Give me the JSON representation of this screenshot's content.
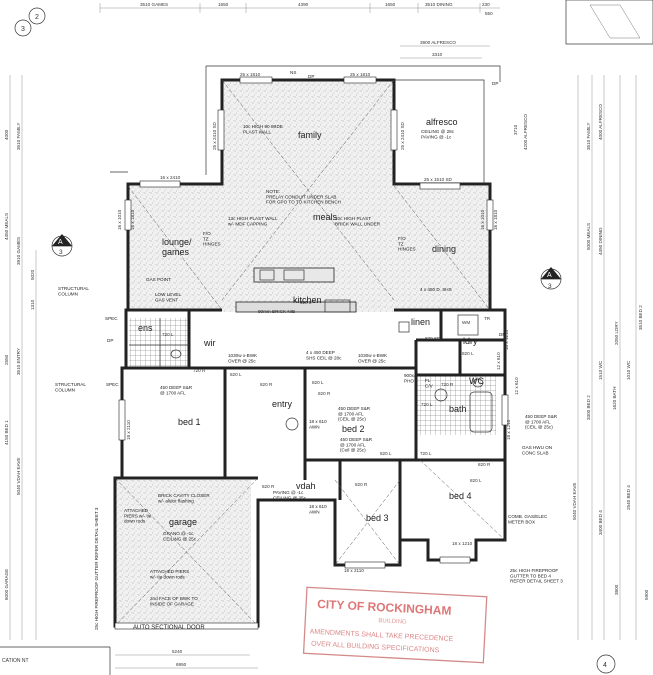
{
  "rooms": {
    "family": "family",
    "alfresco": "alfresco",
    "meals": "meals",
    "lounge": "lounge/\ngames",
    "dining": "dining",
    "kitchen": "kitchen",
    "linen": "linen",
    "ldry": "ldry",
    "ens": "ens",
    "wir": "wir",
    "bed1": "bed 1",
    "entry": "entry",
    "bed2": "bed 2",
    "bath": "bath",
    "wc": "WC",
    "bed3": "bed 3",
    "bed4": "bed 4",
    "vdah": "vdah",
    "garage": "garage",
    "wm": "WM",
    "tr": "TR"
  },
  "dims_top": [
    "3510 GAMES",
    "1650",
    "4390",
    "1650",
    "3510 DINING",
    "230",
    "550"
  ],
  "dims_top2": [
    "3900 ALFRESCO",
    "3310"
  ],
  "dims_bottom": [
    "5240",
    "6950"
  ],
  "dims_left": [
    "4000",
    "3510 FAMILY",
    "4450 MEALS",
    "3910 GAMES",
    "5020",
    "1310",
    "2550",
    "3510 ENTRY",
    "4150 BED 1",
    "5040 VDAH EAVE",
    "6000 GARAGE"
  ],
  "dims_right": [
    "4200 ALFRESCO",
    "3710",
    "4000 ALFRESCO",
    "3510 FAMILY",
    "5000 MEALS",
    "4450 DINING",
    "2050 LDRY",
    "1510 WC",
    "3300 BED 2",
    "5040 VDAH EAVE",
    "3400 BED 4",
    "3800"
  ],
  "dims_bath": [
    "1620 BATH",
    "2540 BED 4",
    "1010 WC",
    "3510 BED 2",
    "5900"
  ],
  "windows": [
    "25 x 1810",
    "25 x 1810",
    "25 x 2410 SD",
    "25 x 2410 SD",
    "16 x 2410",
    "16 x 1810",
    "16 x 1010",
    "18 x 2110",
    "18 x 2110",
    "18 x 1210",
    "16 x 1810",
    "16 x 1010",
    "25 x 1510 SD",
    "18 x 1210",
    "12 x 610",
    "12 x 610",
    "18 x 1210"
  ],
  "doors": [
    "720 L",
    "720 R",
    "820 L",
    "820 R",
    "820 R",
    "820 L",
    "720 R",
    "820 L",
    "870 SD",
    "820 L",
    "720 L",
    "720 L",
    "820 L",
    "820 R",
    "820 R",
    "820 L",
    "820 R"
  ],
  "notes": {
    "family_ceiling": "10c HIGH 90 WIDE\nPLAST WALL",
    "prelay": "NOTE:\nPRELAY CONDUIT UNDER SLAB\nFOR GPO TO TO KITCHEN BENCH",
    "meals_left": "13c HIGH PLAST WALL\nw/- MDF CAPPING",
    "meals_right": "10c HIGH PLAST\nBRICK WALL UNDER",
    "alfresco_ceiling": "CEILING @ 28c\nPAVING @ -1c",
    "hinges_left": "F/O\nTZ\nHINGES",
    "hinges_right": "F/O\nTZ\nHINGES",
    "gas_point": "GAS POINT",
    "low_gas": "LOW LEVEL\nGAS VENT",
    "shs": "4 x 450 D. SHS",
    "brick_nib": "90mm BRICK NIB",
    "structural_column_1": "STRUCTURAL\nCOLUMN",
    "structural_column_2": "STRUCTURAL\nCOLUMN",
    "over_left": "1030w x-BWK\nOVER @ 25c",
    "deep_shs": "4 x 450 DEEP\nSHS CEIL @ 28c",
    "over_right": "1030w x-BWK\nOVER @ 25c",
    "fl_cv": "FL\nC/V",
    "ph": "900x4\nPHO",
    "sar_bed1": "450 DEEP S&R\n@ 1700 AFL",
    "sar_bed2a": "450 DEEP S&R\n@ 1700 AFL\n(CEIL @ 25c)",
    "sar_bed2b": "450 DEEP S&R\n@ 1700 AFL\n(Ceil @ 25c)",
    "sar_right": "450 DEEP S&R\n@ 1700 AFL\n(CEIL @ 25c)",
    "gas_hwu": "GAS HWU ON\nCONC SLAB",
    "vdah_note": "PAVING @ -1c\nCEILING @ 25c",
    "awn_1": "18 x 610\nAWN",
    "awn_2": "18 x 610\nAWN",
    "brick_cavity": "BRICK CAVITY CLOSER\nw/- alidor flashing",
    "attached_piers_1": "ATTACHED\nPIERS w/- tie\ndown rods",
    "garage_note": "GRANO @ -1c\nCEILING @ 25c",
    "attached_piers_2": "ATTACHED PIERS\nw/- tie down rods",
    "second_face": "2nd FACE OF BWK TO\nINSIDE OF GARAGE",
    "auto_door": "AUTO SECTIONAL DOOR",
    "comb": "COMB. GAS/ELEC\nMETER BOX",
    "fireproof_right": "25c HIGH FIREPROOF\nGUTTER TO BED 4\nREFER DETAIL SHEET 3",
    "fireproof_left": "25c HIGH FIREPROOF GUTTER REFER DETAIL SHEET 3",
    "dp": "DP",
    "spec": "SPEC",
    "ns": "NS"
  },
  "markers": {
    "a_left_letter": "A",
    "a_left_num": "3",
    "a_right_letter": "A",
    "a_right_num": "3",
    "top_left_1": "3",
    "top_left_2": "2",
    "bottom_right": "4"
  },
  "stamp": {
    "line1": "CITY OF ROCKINGHAM",
    "line2": "BUILDING",
    "line3": "AMENDMENTS SHALL TAKE PRECEDENCE",
    "line4": "OVER ALL BUILDING SPECIFICATIONS"
  },
  "fragment": {
    "bottom_left": "CATION NT"
  }
}
